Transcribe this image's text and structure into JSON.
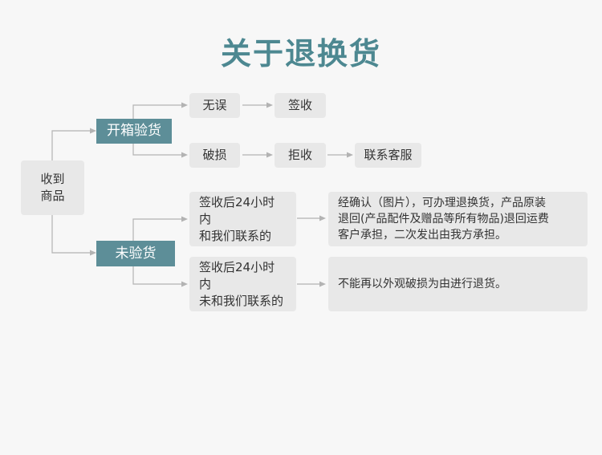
{
  "title": "关于退换货",
  "nodes": {
    "receive": [
      "收到",
      "商品"
    ],
    "open_check": "开箱验货",
    "no_check": "未验货",
    "no_error": "无误",
    "sign": "签收",
    "damaged": "破损",
    "refuse": "拒收",
    "contact_service": "联系客服",
    "contact_within_24h": [
      "签收后24小时内",
      "和我们联系的"
    ],
    "no_contact_24h": [
      "签收后24小时内",
      "未和我们联系的"
    ],
    "result_confirmed": [
      "经确认（图片），可办理退换货，产品原装",
      "退回(产品配件及赠品等所有物品)退回运费",
      "客户承担，二次发出由我方承担。"
    ],
    "result_refused": "不能再以外观破损为由进行退货。"
  },
  "colors": {
    "title": "#4d8891",
    "dark_node": "#5d8e98",
    "light_node": "#e8e8e8",
    "connector": "#b3b3b3",
    "background": "#f7f7f7"
  }
}
